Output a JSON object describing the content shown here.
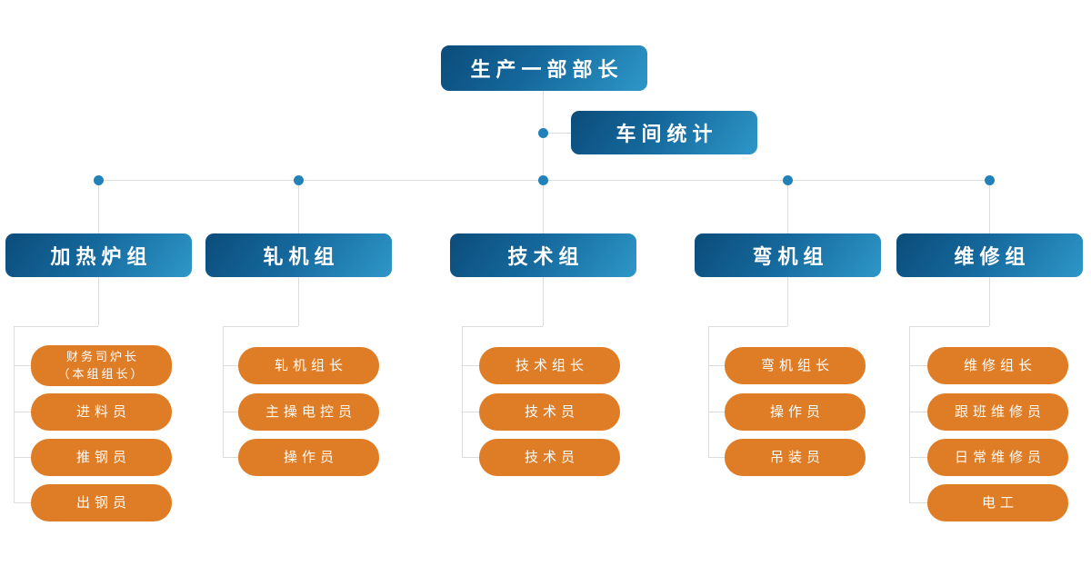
{
  "chart": {
    "root": {
      "label": "生产一部部长"
    },
    "staff": {
      "label": "车间统计"
    },
    "groups": [
      {
        "label": "加热炉组",
        "children": [
          "财务司炉长\n（本组组长）",
          "进料员",
          "推钢员",
          "出钢员"
        ]
      },
      {
        "label": "轧机组",
        "children": [
          "轧机组长",
          "主操电控员",
          "操作员"
        ]
      },
      {
        "label": "技术组",
        "children": [
          "技术组长",
          "技术员",
          "技术员"
        ]
      },
      {
        "label": "弯机组",
        "children": [
          "弯机组长",
          "操作员",
          "吊装员"
        ]
      },
      {
        "label": "维修组",
        "children": [
          "维修组长",
          "跟班维修员",
          "日常维修员",
          "电工"
        ]
      }
    ],
    "colors": {
      "blue_dark": "#0b4c7a",
      "blue_light": "#2e97c8",
      "orange": "#df7c26",
      "connector_line": "#dcdcdc",
      "junction_dot": "#2182b9",
      "text": "#ffffff",
      "background": "#ffffff"
    }
  }
}
